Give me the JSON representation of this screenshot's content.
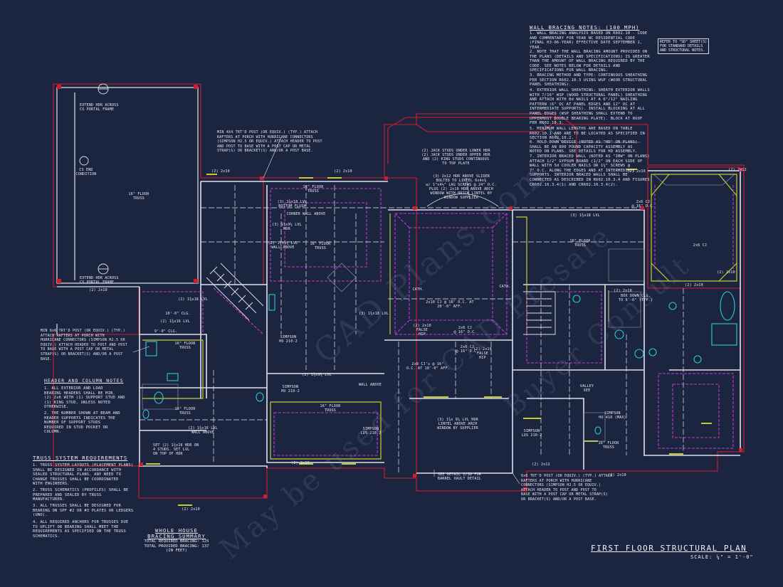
{
  "sheet": {
    "title": "FIRST FLOOR STRUCTURAL PLAN",
    "scale": "SCALE: ¼\" = 1'-0\"",
    "colors": {
      "background": "#1c2540",
      "walls": "#dfe2ea",
      "beams": "#d01d2e",
      "trusses": "#c437c8",
      "ceiling": "#c6cc2c",
      "fixtures": "#2ec8d4"
    }
  },
  "ref_box": "REFER TO \"SD\" SHEET(S)\nFOR STANDARD DETAILS\nAND STRUCTURAL NOTES.",
  "wall_bracing": {
    "title": "WALL BRACING NOTES: (100 MPH)",
    "items": [
      "1. WALL BRACING ANALYSIS BASED ON R602.10 - CODE\nAND COMMENTARY FOR YEAR NC RESIDENTIAL CODE\n(FINAL 03-06-YEAR) EFFECTIVE DATE SEPTEMBER 1,\nYEAR.",
      "2. NOTE THAT THE WALL BRACING AMOUNT PROVIDED ON\nTHE PLANS (DETAILS AND SPECIFICATIONS) IS GREATER\nTHAN THE AMOUNT OF WALL BRACING REQUIRED BY THE\nCODE. SEE NOTES BELOW FOR DETAILS AND\nSPECIFICATIONS FOR WALL BRACING.",
      "3. BRACING METHOD AND TYPE: CONTINUOUS SHEATHING\nPER SECTION R602.10.3 USING WSP (WOOD STRUCTURAL\nPANEL SHEATHING).",
      "4. EXTERIOR WALL SHEATHING: SHEATH EXTERIOR WALLS\nWITH 7/16\" WSP (WOOD STRUCTURAL PANEL) SHEATHING\nAND ATTACH WITH 8d NAILS AT A 6\"/12\" NAILING\nPATTERN (6\" OC AT PANEL EDGES AND 12\" OC AT\nINTERMEDIATE SUPPORTS). INSTALL BLOCKING AT ALL\nPANEL EDGES (WSP SHEATHING SHALL EXTEND TO\nUPPERMOST DOUBLE BEARING PLATE). BLOCK AT ROOF\nPER R602.10.3.",
      "5. MINIMUM WALL LENGTHS ARE BASED ON TABLE\nR602.10.1 AND ARE TO BE LOCATED AS SPECIFIED IN\nSECTION R602.10.2.",
      "6. HOLD-DOWN DEVICE (NOTED AS \"HD\" ON PLANS)\nSHALL BE AN 800 POUND CAPACITY ASSEMBLY AS\nNOTED ON PLANS. SEE DETAILS FOR HD ASSEMBLY.",
      "7. INTERIOR BRACED WALL (NOTED AS \"IBW\" ON PLANS)\nATTACH 1/2\" GYPSUM BOARD (1/2\" ON EACH SIDE OF\nWALL WITH 5d COOLER NAILS OR 1¼\" SCREWS @\n7\" O.C. ALONG THE EDGES AND AT INTERMEDIATE\nSUPPORTS. INTERIOR BRACED WALLS SHALL BE\nCONNECTED AS DESCRIBED IN R602.10.3.4 AND FIGURES\nCR602.10.3.4(1) AND CR602.10.3.4(2)."
    ]
  },
  "header_column": {
    "title": "HEADER AND COLUMN NOTES",
    "items": [
      "1. ALL EXTERIOR AND LOAD\nBEARING HEADERS SHALL BE MIN.\n(2) 2x6 WITH (1) SUPPORT STUD AND\n(1) KING STUD, UNLESS NOTED\nOTHERWISE.",
      "2. THE NUMBER SHOWN AT BEAM AND\nHEADER SUPPORTS INDICATES THE\nNUMBER OF SUPPORT STUDS\nREQUIRED IN STUD POCKET OR\nCOLUMN."
    ]
  },
  "truss_system": {
    "title": "TRUSS SYSTEM REQUIREMENTS",
    "items": [
      "1. TRUSS SYSTEM LAYOUTS (PLACEMENT PLANS)\nSHALL BE DESIGNED IN ACCORDANCE WITH\nSEALED STRUCTURAL PLANS. ANY NEED TO\nCHANGE TRUSSES SHALL BE COORDINATED\nWITH ENGINEERS.",
      "2. TRUSS SCHEMATICS (PROFILES) SHALL BE\nPREPARED AND SEALED BY TRUSS\nMANUFACTURER.",
      "3. ALL TRUSSES SHALL BE DESIGNED FOR\nBEARING ON SPF #2 OR #3 PLATES OR LEDGERS\n(UNO).",
      "4. ALL REQUIRED ANCHORS FOR TRUSSES DUE\nTO UPLIFT OR BEARING SHALL MEET THE\nREQUIREMENTS AS SPECIFIED ON THE TRUSS\nSCHEMATICS."
    ]
  },
  "bracing_summary": {
    "title_1": "WHOLE HOUSE",
    "title_2": "BRACING SUMMARY",
    "required": "TOTAL REQUIRED BRACING: 125",
    "provided": "TOTAL PROVIDED BRACING: 137",
    "unit": "(IN FEET)"
  },
  "callouts": {
    "porch_left": "MIN 6x6 TRT'D POST (OR EQUIV.) (TYP.)\nATTACH RAFTERS AT PORCH WITH\nHURRICANE CONNECTORS (SIMPSON H2.5 OR\nEQUIV.) ATTACH HEADER TO POST AND POST\nTO BASE WITH A POST CAP OR METAL\nSTRAP(S) OR BRACKET(S) AND/OR A POST\nBASE.",
    "porch_top": "MIN 4X4 TRT'D POST (OR EQUIV.) (TYP.) ATTACH\nRAFTERS AT PORCH WITH HURRICANE CONNECTORS\n(SIMPSON H2.5 OR EQUIV.) ATTACH HEADER TO POST\nAND POST TO BASE WITH A POST CAP OR METAL\nSTRAP(S) OR BRACKET(S) AND/OR A POST BASE.",
    "porch_right": "6x6 TRT'D POST (OR EQUIV.) (TYP.) ATTACH\nRAFTERS AT PORCH WITH HURRICANE\nCONNECTORS (SIMPSON H2.5 OR EQUIV.)\nATTACH HEADER TO POST AND POST TO\nBASE WITH A POST CAP OR METAL STRAP(S)\nOR BRACKET(S) AND/OR A POST BASE.",
    "jack_studs": "(2) JACK STUDS UNDER LOWER HDR\n(2) JACK STUDS UNDER UPPER HDR\nAND (2) KING STUDS CONTINUOUS\nTO TOP PLATE",
    "slider": "(3) 2x12 HDR ABOVE SLIDER\nBOLTED TO LINTEL 6x4x⅜\nw/ 1\"x4½\" LAG SCREWS @ 24\" O.C.\nPLUS (2) 2x10 HDR ABOVE ARCH\nWINDOW WITH BRICK LINTEL BY\nWINDOW SUPPLIER",
    "barrel": "SEE DETAIL 2/SD FOR\nBARREL VAULT DETAIL",
    "arch_window": "(3) 1¾x 9¼ LVL HDR\nLINTEL ABOVE ARCH\nWINDOW BY SUPPLIER",
    "extend_top": "EXTEND HDR ACROSS\nCS PORTAL FRAME",
    "extend_bottom": "EXTEND HDR ACROSS\nCS PORTAL FRAME",
    "cs_end": "CS END\nCONDITION",
    "set_hdr": "SET (2) 1¾x16 HDR ON\n4 STUDS. SET LVL\nON TOP OF HDR",
    "cj_ceiling": "2x10 CJ @ 16\" O.C. AT\n20'-0\" AFF.",
    "box_down": "BOX DOWN CLG.\nTO 9'-6\" (TYP.)",
    "lvl_bottom_flush": "(3) 1¾x18 LVL\nBOTTOM FLUSH",
    "corner_wall": "CORNER WALL ABOVE"
  },
  "labels": {
    "floor_truss": "16\" FLOOR\nTRUSS",
    "hdr_2_2x10": "(2) 2x10",
    "hdr_2_2x12": "(2) 2x12",
    "lvl_hdr_a": "(2) 1¾x18 LVL",
    "lvl_hdr_b": "(3) 1¾x18 LVL",
    "lvl_hdr_c": "(3) 1¾x9¼ LVL\nHDR",
    "lvl_hdr_d": "(2) 1¾x16 LVL\nWALL ABOVE",
    "lvl_hdr_e": "(2) 1¾x16 LVL",
    "lvl_hdr_f": "(2) 1¾x9¼ LVL",
    "lvl_hdr_g": "(3) 1¾x18 LVL",
    "wall_above": "WALL ABOVE",
    "simpson_hu": "SIMPSON\nHU 210-2",
    "simpson_hu_2": "SIMPSON\nHU 210-2",
    "simpson_hu_3": "SIMPSON\nHU 410 (MAX)",
    "simpson_lus": "SIMPSON\nLUS 210-2",
    "simpson_lus_2": "SIMPSON\nLUS 210-2",
    "false_hip": "(2) 2x10\nFALSE\nHIP",
    "cj_2x6": "2x6 CJ\n@ 16\" O.C.",
    "cj_2x6_b": "2x6 CJ\n@ 16\" O.C.",
    "cj_2x6_c": "2x6 CJ",
    "cj_2x10": "(2) 2x10\nFALSE\nHIP",
    "cj_2x8": "2x8 CJ's @ 16\"\nO.C. AT 18'-0\" AFF.",
    "cj_2x6_10": "2x6 CJ\n@ 16\" O.C.",
    "clg_10": "10'-0\" CLG.",
    "clg_9": "9'-0\" CLG.",
    "cath": "CATH.",
    "valley": "VALLEY\nSEE",
    "wall_above_lvl": "(2) 1¾x9¼ LVL\nWALL ABOVE"
  },
  "watermark": {
    "line_1": "CAD Plans.com",
    "line_2": "May be used for CAD Presale",
    "line_3": "Buyer Consult"
  }
}
